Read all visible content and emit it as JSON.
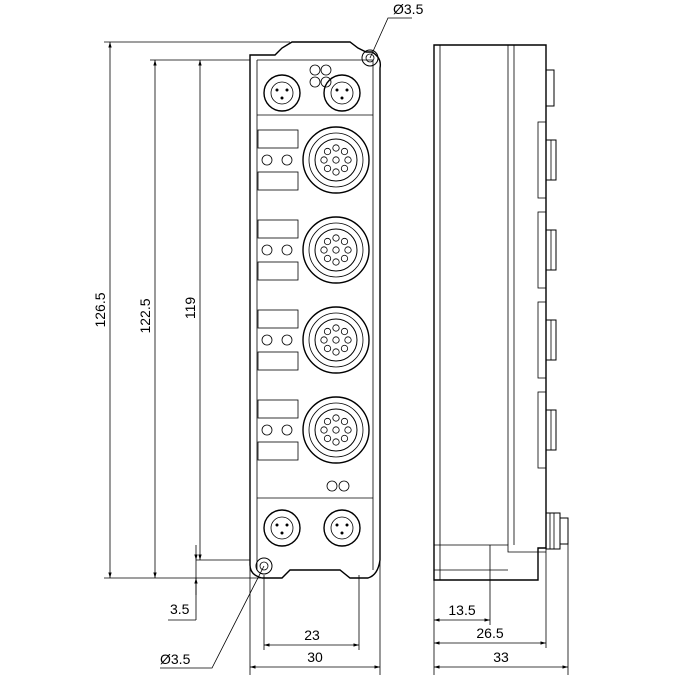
{
  "front_view": {
    "dim_height_overall": "126.5",
    "dim_height_mid": "122.5",
    "dim_height_inner": "119",
    "dim_bottom_offset": "3.5",
    "dim_hole_top": "Ø3.5",
    "dim_hole_bottom": "Ø3.5",
    "dim_width_inner": "23",
    "dim_width_overall": "30"
  },
  "side_view": {
    "dim_depth_a": "13.5",
    "dim_depth_b": "26.5",
    "dim_depth_overall": "33"
  },
  "connectors": {
    "m12_count": 4,
    "m8_top_count": 2,
    "m8_bottom_count": 2
  }
}
